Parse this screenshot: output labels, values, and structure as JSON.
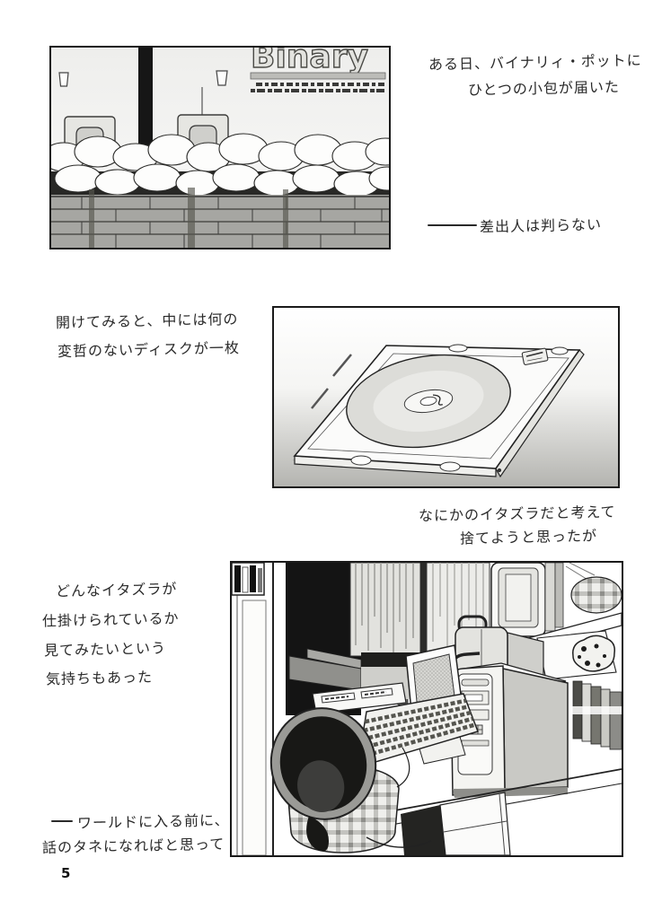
{
  "page_number": "5",
  "panel1": {
    "sign": "Binary"
  },
  "captions": {
    "c1l1": "ある日、バイナリィ・ポットに",
    "c1l2": "ひとつの小包が届いた",
    "c2": "差出人は判らない",
    "c3l1": "開けてみると、中には何の",
    "c3l2": "変哲のないディスクが一枚",
    "c4l1": "なにかのイタズラだと考えて",
    "c4l2": "捨てようと思ったが",
    "c5l1": "どんなイタズラが",
    "c5l2": "仕掛けられているか",
    "c5l3": "見てみたいという",
    "c5l4": "気持ちもあった",
    "c6l1": "ワールドに入る前に、",
    "c6l2": "話のタネになればと思って"
  },
  "colors": {
    "ink": "#1a1a1a",
    "paper": "#ffffff",
    "halftone": "#c9c9c5"
  }
}
